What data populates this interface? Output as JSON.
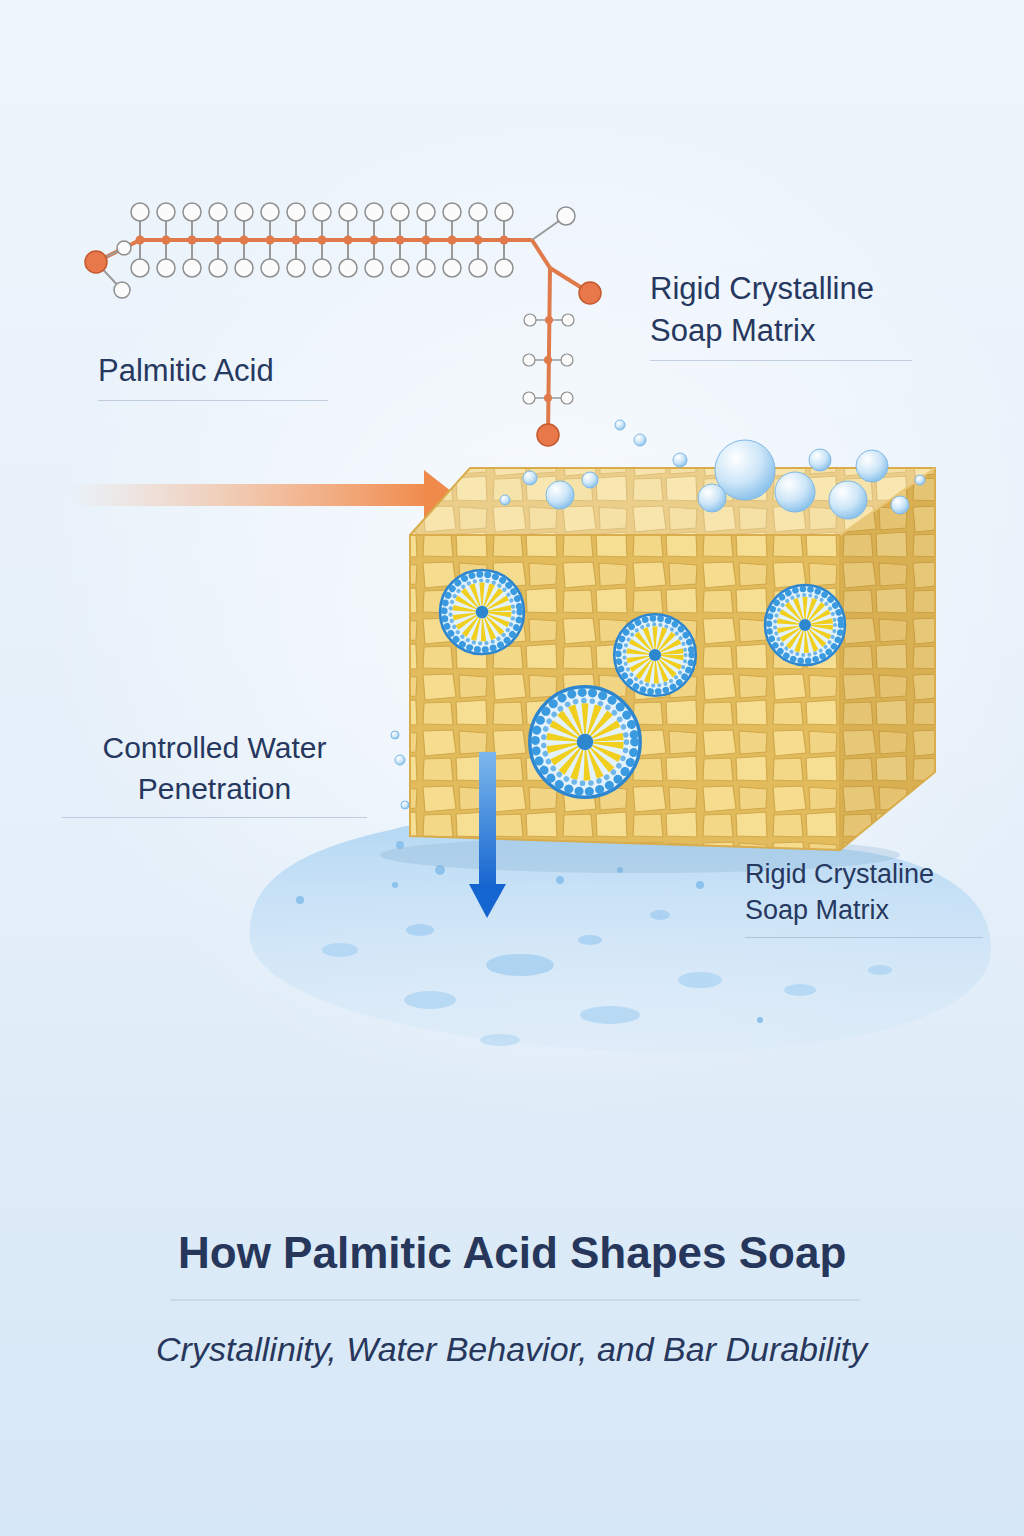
{
  "diagram": {
    "title": "How Palmitic Acid Shapes Soap",
    "caption": "Crystallinity, Water Behavior, and Bar Durability",
    "labels": [
      "Palmitic Acid",
      "Rigid Crystalline Soap Matrix",
      "Controlled Water Penetration",
      "Rigid Crystaline Soap Matrix"
    ]
  }
}
